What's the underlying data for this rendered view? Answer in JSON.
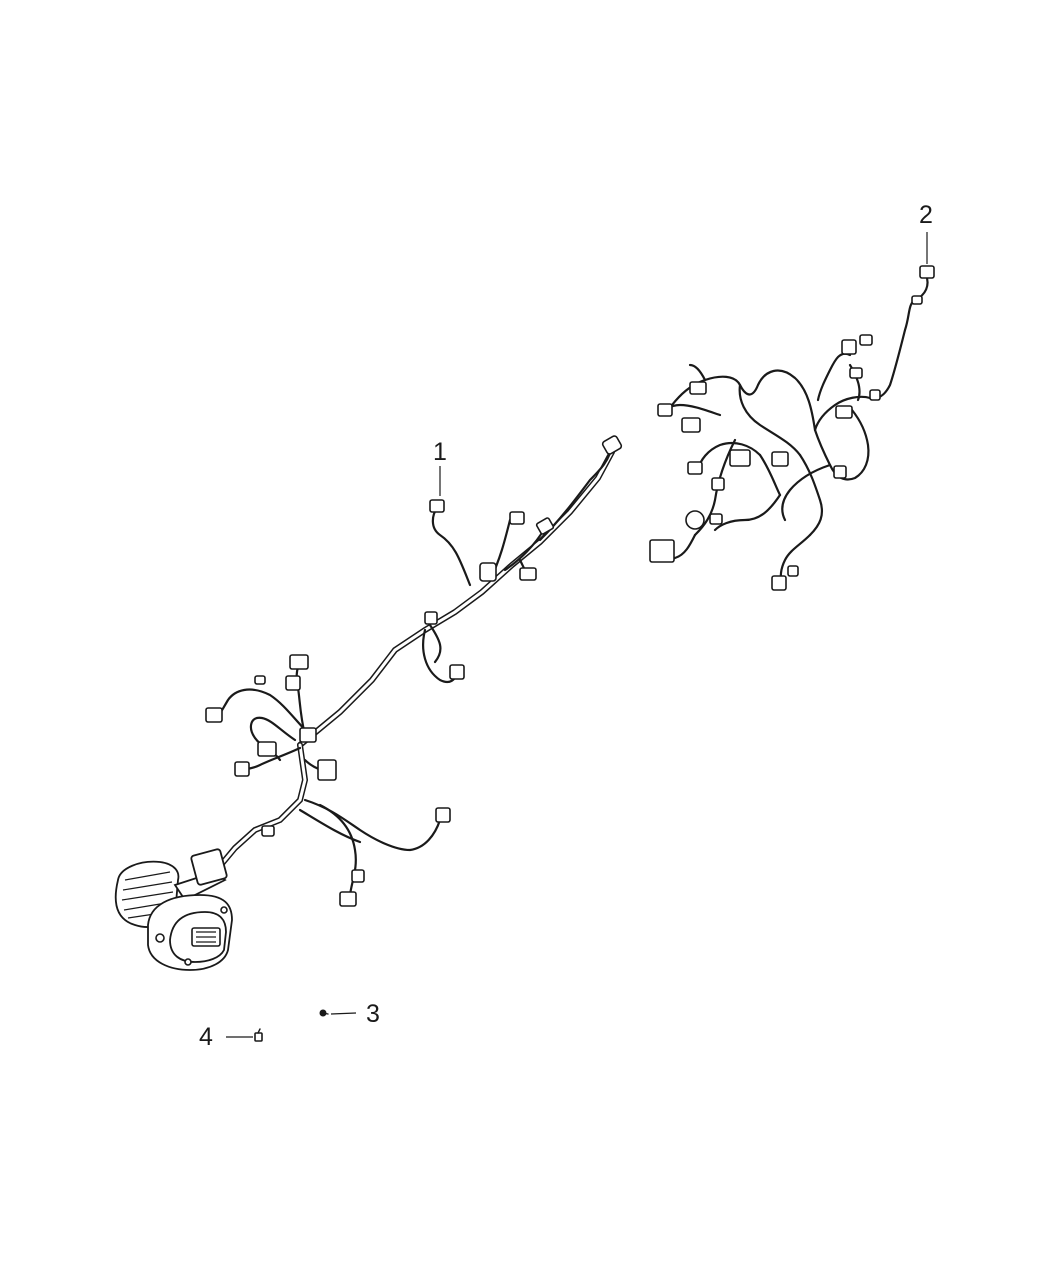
{
  "callouts": [
    {
      "id": "1",
      "label": "1"
    },
    {
      "id": "2",
      "label": "2"
    },
    {
      "id": "3",
      "label": "3"
    },
    {
      "id": "4",
      "label": "4"
    }
  ],
  "parts": {
    "part1": "wiring-harness-front",
    "part2": "wiring-harness-rear",
    "part3": "screw",
    "part4": "clip"
  }
}
